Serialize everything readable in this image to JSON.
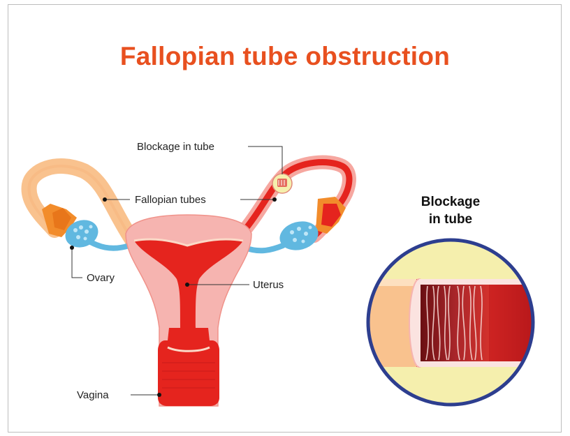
{
  "title": "Fallopian tube obstruction",
  "labels": {
    "blockage": "Blockage in tube",
    "fallopian_tubes": "Fallopian tubes",
    "ovary": "Ovary",
    "uterus": "Uterus",
    "vagina": "Vagina"
  },
  "inset": {
    "title_line1": "Blockage",
    "title_line2": "in tube"
  },
  "colors": {
    "title": "#e8501f",
    "uterus_outer": "#f6b4b0",
    "uterus_inner": "#e5241e",
    "tube_left": "#f8c08a",
    "ovary": "#61b8e0",
    "inset_ring": "#2d3e8f",
    "inset_bg": "#f5efad"
  }
}
